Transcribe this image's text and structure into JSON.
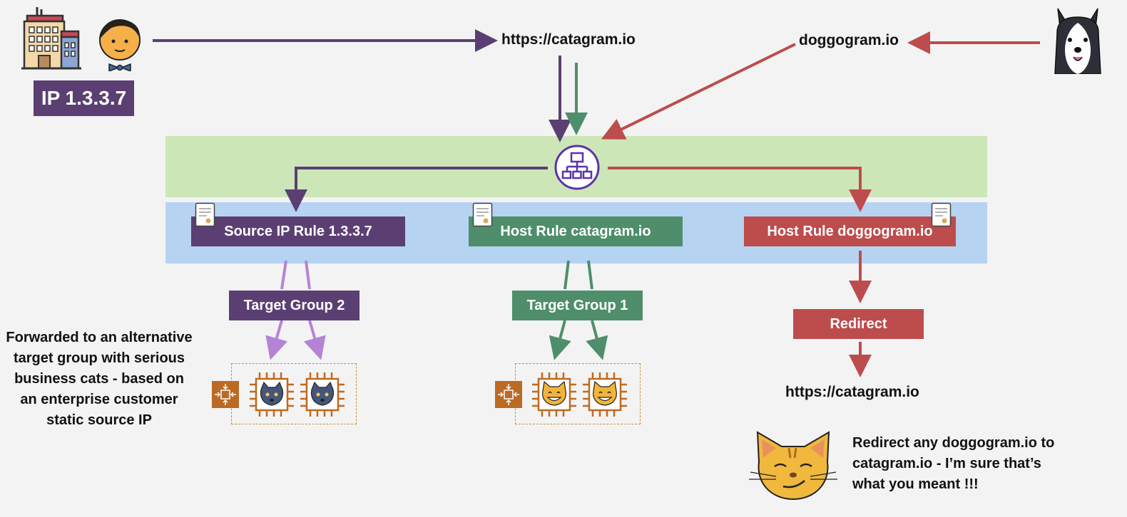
{
  "client": {
    "ip_label": "IP 1.3.3.7"
  },
  "urls": {
    "catagram_top": "https://catagram.io",
    "doggogram_top": "doggogram.io",
    "catagram_redirect": "https://catagram.io"
  },
  "rules": {
    "source_ip": "Source IP Rule 1.3.3.7",
    "host_catagram": "Host Rule catagram.io",
    "host_doggogram": "Host Rule doggogram.io"
  },
  "targets": {
    "group2": "Target Group 2",
    "group1": "Target Group 1",
    "redirect": "Redirect"
  },
  "notes": {
    "left": "Forwarded to an alternative target group with serious business cats - based on an enterprise customer static source IP",
    "right": "Redirect any doggogram.io to catagram.io - I’m sure that’s what you meant !!!"
  },
  "colors": {
    "purple": "#5b3f72",
    "green": "#4f8e6b",
    "red": "#bd4c4c",
    "lavender": "#b583d6",
    "lb_band": "#cde6b8",
    "rule_band": "#b6d4f2",
    "orange": "#bb6a24"
  }
}
